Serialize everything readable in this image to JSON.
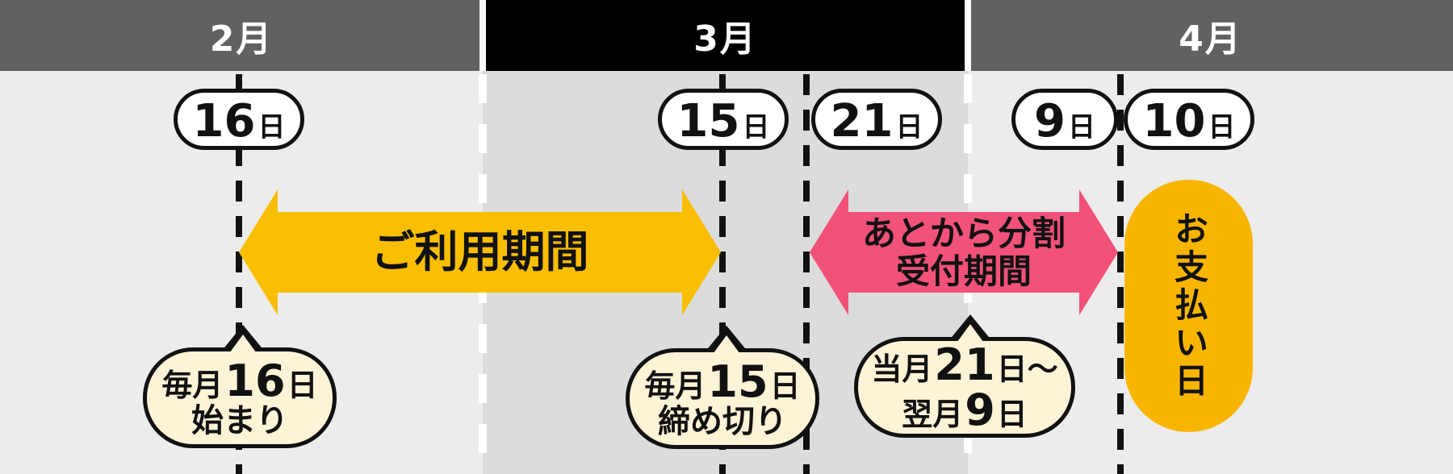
{
  "palette": {
    "header_gray": "#616161",
    "header_black": "#000000",
    "column_light": "#ececec",
    "column_mid": "#dcdcdc",
    "arrow_amber": "#FABE00",
    "capsule_amber": "#F8B500",
    "arrow_pink": "#F2527A",
    "bubble_cream": "#FDF3D7",
    "ink": "#111111"
  },
  "months": [
    {
      "label": "2月"
    },
    {
      "label": "3月"
    },
    {
      "label": "4月"
    }
  ],
  "dates": [
    {
      "id": "feb-16",
      "num": "16",
      "unit": "日"
    },
    {
      "id": "mar-15",
      "num": "15",
      "unit": "日"
    },
    {
      "id": "mar-21",
      "num": "21",
      "unit": "日"
    },
    {
      "id": "apr-9",
      "num": "9",
      "unit": "日"
    },
    {
      "id": "apr-10",
      "num": "10",
      "unit": "日"
    }
  ],
  "periods": {
    "usage": {
      "label": "ご利用期間"
    },
    "installment": {
      "line1": "あとから分割",
      "line2": "受付期間"
    }
  },
  "payment": {
    "label": "お支払い日"
  },
  "notes": {
    "start": {
      "l1_pre": "毎月",
      "l1_num": "16",
      "l1_post": "日",
      "l2": "始まり"
    },
    "deadline": {
      "l1_pre": "毎月",
      "l1_num": "15",
      "l1_post": "日",
      "l2": "締め切り"
    },
    "window": {
      "l1_pre": "当月",
      "l1_num": "21",
      "l1_post": "日〜",
      "l2_pre": "翌月",
      "l2_num": "9",
      "l2_post": "日"
    }
  }
}
